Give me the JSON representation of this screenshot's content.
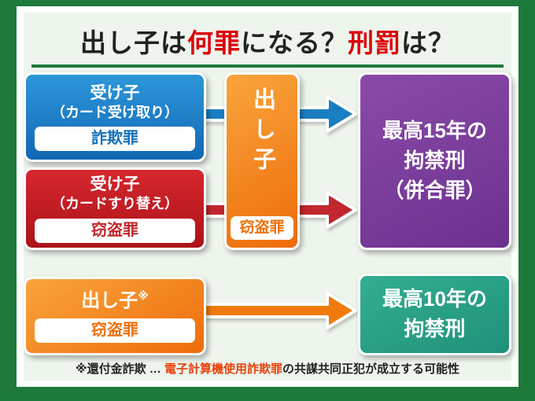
{
  "title": {
    "segments": [
      {
        "text": "出し子は"
      },
      {
        "text": "何罪"
      },
      {
        "text": "になる？"
      },
      {
        "text": "刑罰"
      },
      {
        "text": "は？"
      }
    ]
  },
  "boxes": {
    "ukeko_card_receive": {
      "line1": "受け子",
      "line2": "（カード受け取り）",
      "charge": "詐欺罪"
    },
    "ukeko_card_swap": {
      "line1": "受け子",
      "line2": "（カードすり替え）",
      "charge": "窃盗罪"
    },
    "dashiko_center": {
      "label": "出し子",
      "charge": "窃盗罪"
    },
    "penalty_15": {
      "line1": "最高15年の",
      "line2": "拘禁刑",
      "line3": "（併合罪）"
    },
    "dashiko_bottom": {
      "label": "出し子",
      "note_mark": "※",
      "charge": "窃盗罪"
    },
    "penalty_10": {
      "line1": "最高10年の",
      "line2": "拘禁刑"
    }
  },
  "footnote": {
    "segments": [
      {
        "text": "※還付金詐欺 … "
      },
      {
        "text": "電子計算機使用詐欺罪"
      },
      {
        "text": "の共謀共同正犯が成立する可能性"
      }
    ]
  },
  "colors": {
    "frame_green": "#1d7a3a",
    "canvas_bg": "#edf5ec",
    "title_accent_red": "#dc000c",
    "blue": "#1470ba",
    "red": "#c1272d",
    "orange": "#ee7008",
    "purple": "#7c3e9c",
    "teal": "#2aa287",
    "footnote_accent": "#e8420c"
  }
}
